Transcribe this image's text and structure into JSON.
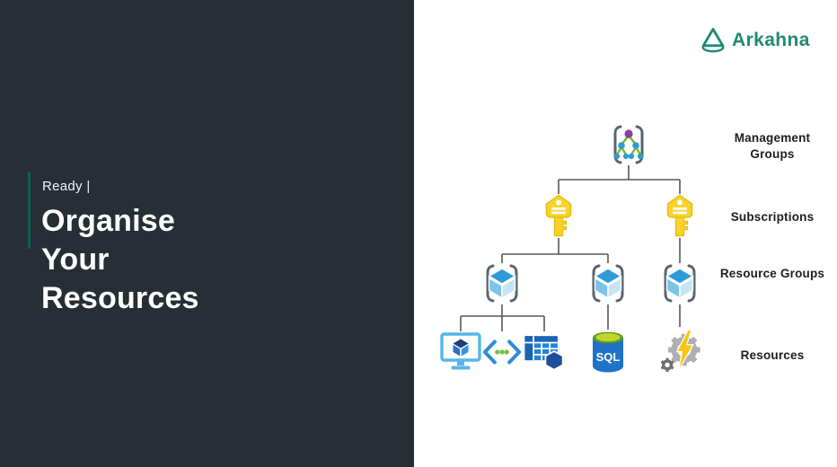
{
  "slide": {
    "eyebrow": "Ready |",
    "title_lines": [
      "Organise",
      "Your",
      "Resources"
    ]
  },
  "logo": {
    "text": "Arkahna"
  },
  "colors": {
    "panel_dark": "#272E36",
    "accent_bar_teal": "#0E6052",
    "logo_teal": "#1E8A74",
    "connector_gray": "#54585C",
    "subscription_key_yellow": "#FAD22B",
    "azure_node_blue": "#2E9BD6",
    "management_group_purple": "#8A3FA8",
    "tree_edge_green": "#76BC21",
    "sql_cylinder_blue": "#1F72C8",
    "sql_top_green": "#BCD530",
    "gear_gray": "#AFAFAF",
    "bolt_yellow": "#FBC512",
    "label_text": "#1D1D1D"
  },
  "diagram": {
    "type": "hierarchy",
    "labels": {
      "management_groups": "Management Groups",
      "subscriptions": "Subscriptions",
      "resource_groups": "Resource Groups",
      "resources": "Resources"
    },
    "icons": {
      "sql_text": "SQL"
    },
    "levels": [
      {
        "name": "Management Groups",
        "count": 1,
        "icon": "management-group"
      },
      {
        "name": "Subscriptions",
        "count": 2,
        "icon": "subscription-key"
      },
      {
        "name": "Resource Groups",
        "count": 3,
        "icon": "resource-group"
      },
      {
        "name": "Resources",
        "count": 5,
        "icons": [
          "virtual-machine",
          "code-app",
          "table-storage",
          "sql-database",
          "automation"
        ]
      }
    ],
    "edges": [
      "management-group > subscription-1",
      "management-group > subscription-2",
      "subscription-1 > resource-group-1",
      "subscription-1 > resource-group-2",
      "subscription-2 > resource-group-3",
      "resource-group-1 > virtual-machine",
      "resource-group-1 > code-app",
      "resource-group-1 > table-storage",
      "resource-group-2 > sql-database",
      "resource-group-3 > automation"
    ]
  }
}
